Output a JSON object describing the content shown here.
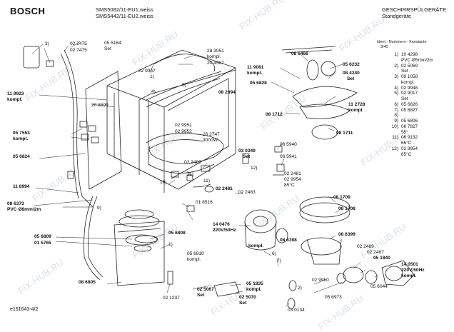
{
  "header": {
    "brand": "BOSCH",
    "model_line1": "SMS5082/11-EU1,weiss",
    "model_line2": "SMS5442/11-EU2,weiss",
    "category_line1": "GESCHIRRSPÜLGERÄTE",
    "category_line2": "Standgeräte"
  },
  "legend": {
    "title": "Ident - Nummern - Kenstante",
    "sub": "3/40",
    "rows": [
      {
        "no": "1)",
        "text": "10 4298"
      },
      {
        "no": "",
        "text": "PVC  Ø5mm/2m"
      },
      {
        "no": "2)",
        "text": "02 5069"
      },
      {
        "no": "",
        "text": "Set"
      },
      {
        "no": "3)",
        "text": "09 1058"
      },
      {
        "no": "",
        "text": "kompl."
      },
      {
        "no": "4)",
        "text": "02 9948"
      },
      {
        "no": "5)",
        "text": "02 9017"
      },
      {
        "no": "",
        "text": "Set"
      },
      {
        "no": "6)",
        "text": "05 6826"
      },
      {
        "no": "7)",
        "text": "05 6827"
      },
      {
        "no": "8)",
        "text": ""
      },
      {
        "no": "9)",
        "text": "05 6806"
      },
      {
        "no": "10)",
        "text": "06 7827"
      },
      {
        "no": "",
        "text": "55°"
      },
      {
        "no": "11)",
        "text": "06 9132"
      },
      {
        "no": "",
        "text": "66°C"
      },
      {
        "no": "12)",
        "text": "02 9954"
      },
      {
        "no": "",
        "text": "85°C"
      }
    ]
  },
  "labels": {
    "p022475": "02 2475",
    "p027475": "02 7475",
    "p055164": "05 5164",
    "set1": "Set",
    "p283051": "28 3051",
    "kompl_a": "kompl.",
    "p204587": "20 4587",
    "p029947": "02 9947",
    "n1a": "1)",
    "p119923": "11 9923",
    "kompl_b": "kompl.",
    "p208699": "20 8699",
    "n4": "4)",
    "n5": "5)",
    "p082894": "08 2894",
    "p057553": "05 7553",
    "kompl_c": "kompl.",
    "p029951": "02 9951",
    "p029952": "02 9952",
    "p262747": "26 2747",
    "w3000": "3000W",
    "p056824": "05 6824",
    "p022482": "02 2482",
    "n11a": "11)",
    "n10": "10)",
    "p022481a": "02 2481",
    "p118994": "11 8994",
    "p018516": "01 8516",
    "p086373": "08 6373",
    "pvc8": "PVC Ø8mm/2m",
    "n9": "9)",
    "p056809": "05 6809",
    "p015765": "01 5765",
    "p056808": "05 6808",
    "n1b": "1)",
    "p056810": "05 6810",
    "kompl_d": "kompl.",
    "p086805": "08 6805",
    "p021237": "02 1237",
    "p025067": "02 5067",
    "set2": "Set",
    "p051835": "05 1835",
    "kompl_e": "kompl.",
    "p025070": "02 5070",
    "set3": "Set",
    "p086466": "08 6466",
    "p119081": "11 9081",
    "kompl_f": "kompl.",
    "p056232": "05 6232",
    "p084240": "08 4240",
    "set4": "Set",
    "p056828": "05 6828",
    "p112728": "11 2728",
    "kompl_g": "kompl.",
    "p081712": "08 1712",
    "p081711": "08 1711",
    "p030349": "03 0349",
    "set5": "Set",
    "n12": "12)",
    "p065940": "06 5940",
    "p065941": "06 5941",
    "p022481b": "02 2481",
    "p029954": "02 9954",
    "c85": "85°C",
    "n11b": "11)",
    "p022483": "02 2483",
    "p081709": "08 1709",
    "p081708": "08 1708",
    "p140476": "14 0476",
    "v220": "220V/50Hz",
    "p086398": "08 6398",
    "kompl_h": "kompl.",
    "p086399": "08 6399",
    "n6": "6)",
    "n7": "7)",
    "p022489": "02 2489",
    "p022487": "02 2487",
    "p051840": "05 1840",
    "p140501": "14 0501",
    "v220b": "220V/50Hz",
    "kompl_i": "kompl.",
    "p029950": "02 9950",
    "p056044": "05 6044",
    "n2": "2)",
    "p030134": "03 0134",
    "p056973": "05 6973"
  },
  "footer": {
    "code": "e161643-4/2"
  },
  "watermark": "FIX-HUB.RU"
}
